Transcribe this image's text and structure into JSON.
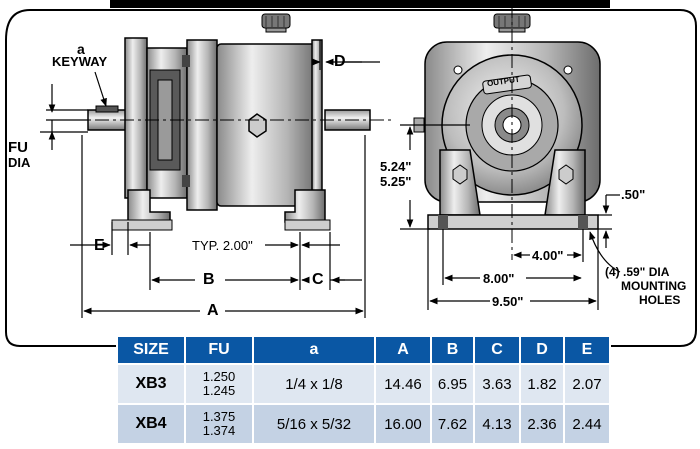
{
  "labels": {
    "keyway_a": "a",
    "keyway": "KEYWAY",
    "fu": "FU",
    "dia": "DIA",
    "d": "D",
    "e": "E",
    "typ": "TYP. 2.00\"",
    "b": "B",
    "c": "C",
    "a_dim": "A",
    "height_1": "5.24\"",
    "height_2": "5.25\"",
    "dim_050": ".50\"",
    "dim_400": "4.00\"",
    "dim_800": "8.00\"",
    "dim_950": "9.50\"",
    "holes_1": "(4) .59\" DIA",
    "holes_2": "MOUNTING",
    "holes_3": "HOLES",
    "output": "OUTPUT"
  },
  "table": {
    "headers": [
      "SIZE",
      "FU",
      "a",
      "A",
      "B",
      "C",
      "D",
      "E"
    ],
    "rows": [
      {
        "size": "XB3",
        "fu_1": "1.250",
        "fu_2": "1.245",
        "a": "1/4 x 1/8",
        "A": "14.46",
        "B": "6.95",
        "C": "3.63",
        "D": "1.82",
        "E": "2.07"
      },
      {
        "size": "XB4",
        "fu_1": "1.375",
        "fu_2": "1.374",
        "a": "5/16 x 5/32",
        "A": "16.00",
        "B": "7.62",
        "C": "4.13",
        "D": "2.36",
        "E": "2.44"
      }
    ]
  },
  "colors": {
    "header_bg": "#0a57a4",
    "row_light": "#dfe7f1",
    "row_dark": "#c4d2e4",
    "frame": "#000000"
  }
}
